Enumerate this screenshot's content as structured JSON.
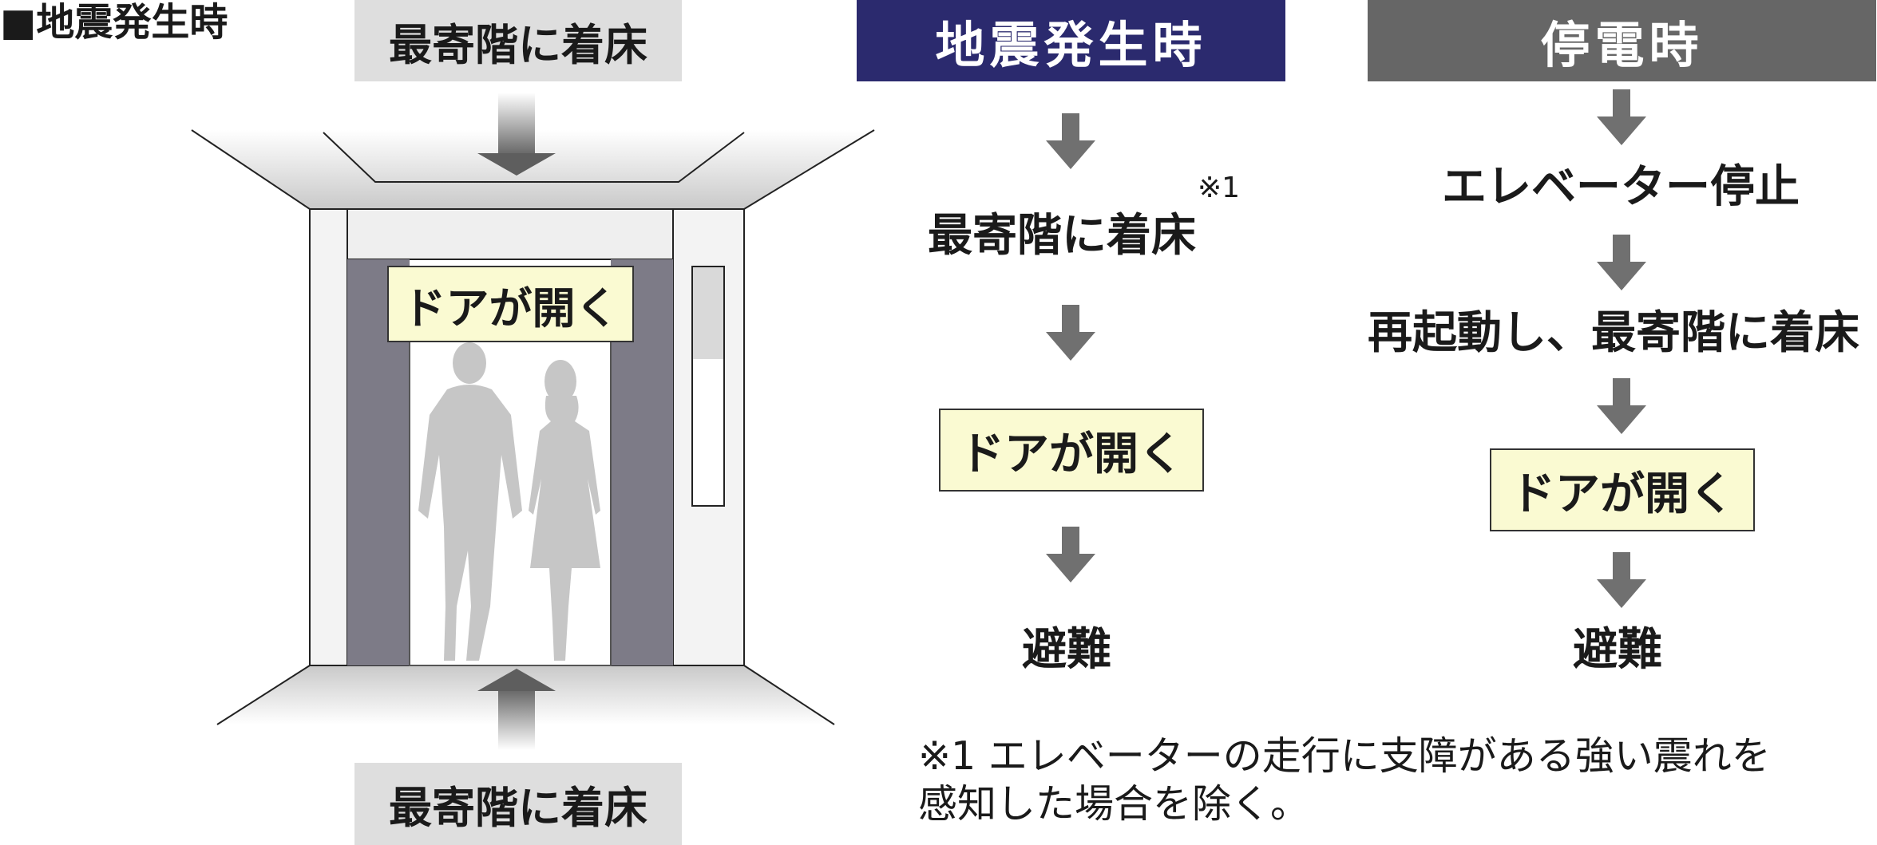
{
  "heading": "■地震発生時",
  "illustration": {
    "top_label": "最寄階に着床",
    "bottom_label": "最寄階に着床",
    "door_label": "ドアが開く"
  },
  "earthquake": {
    "header": "地震発生時",
    "header_color": "#2b2a6e",
    "step1": "最寄階に着床",
    "step1_mark": "※1",
    "step2": "ドアが開く",
    "step3": "避難"
  },
  "power_outage": {
    "header": "停電時",
    "header_color": "#666666",
    "step1": "エレベーター停止",
    "step2": "再起動し、最寄階に着床",
    "step3": "ドアが開く",
    "step4": "避難"
  },
  "footnote": {
    "line1": "※1 エレベーターの走行に支障がある強い震れを",
    "line2": "感知した場合を除く。"
  },
  "colors": {
    "arrow": "#707070",
    "door_panel": "#7d7b87",
    "yellow_box": "#fafad2",
    "gray_label": "#dedede"
  }
}
